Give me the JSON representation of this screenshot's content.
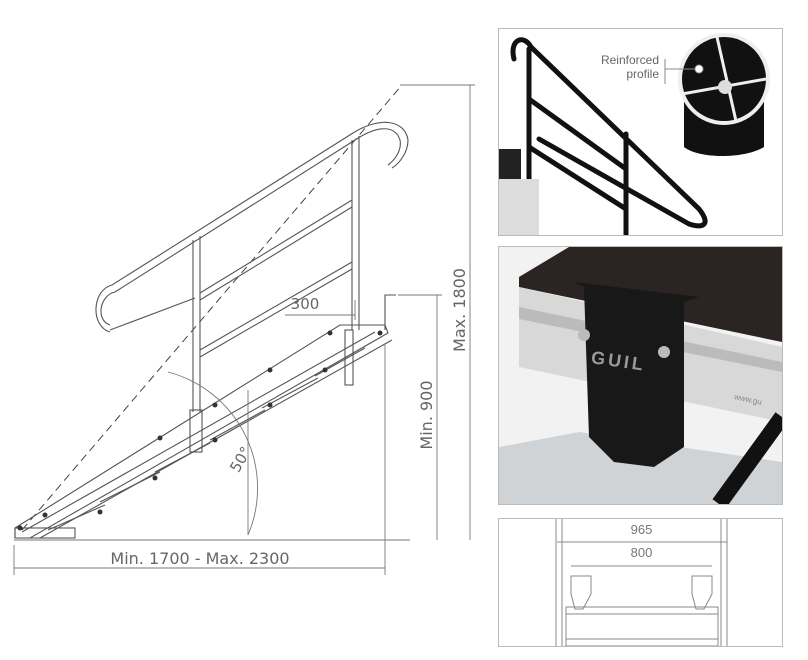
{
  "drawing": {
    "height_max": "Max. 1800",
    "height_min": "Min. 900",
    "length": "Min. 1700 - Max. 2300",
    "top_depth": "300",
    "angle": "50°"
  },
  "detail_handrail": {
    "callout": [
      "Reinforced",
      "profile"
    ]
  },
  "detail_bracket": {
    "brand": "GUIL",
    "website": "www.gu"
  },
  "detail_width": {
    "outer": "965",
    "inner": "800"
  }
}
